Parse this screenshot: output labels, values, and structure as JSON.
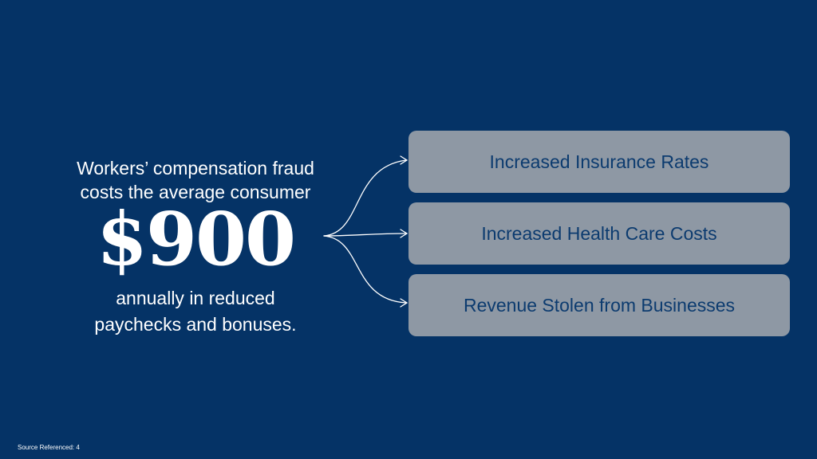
{
  "headline": {
    "line1": "Workers’ compensation fraud",
    "line2": "costs the average consumer"
  },
  "amount": "$900",
  "subline": {
    "line1": "annually in reduced",
    "line2": "paychecks and bonuses."
  },
  "impacts": [
    {
      "label": "Increased Insurance Rates"
    },
    {
      "label": "Increased Health Care Costs"
    },
    {
      "label": "Revenue Stolen from Businesses"
    }
  ],
  "source": "Source Referenced: 4",
  "colors": {
    "background": "#053366",
    "box_fill": "#8e98a4",
    "box_text": "#0c3b6f",
    "text": "#ffffff"
  }
}
